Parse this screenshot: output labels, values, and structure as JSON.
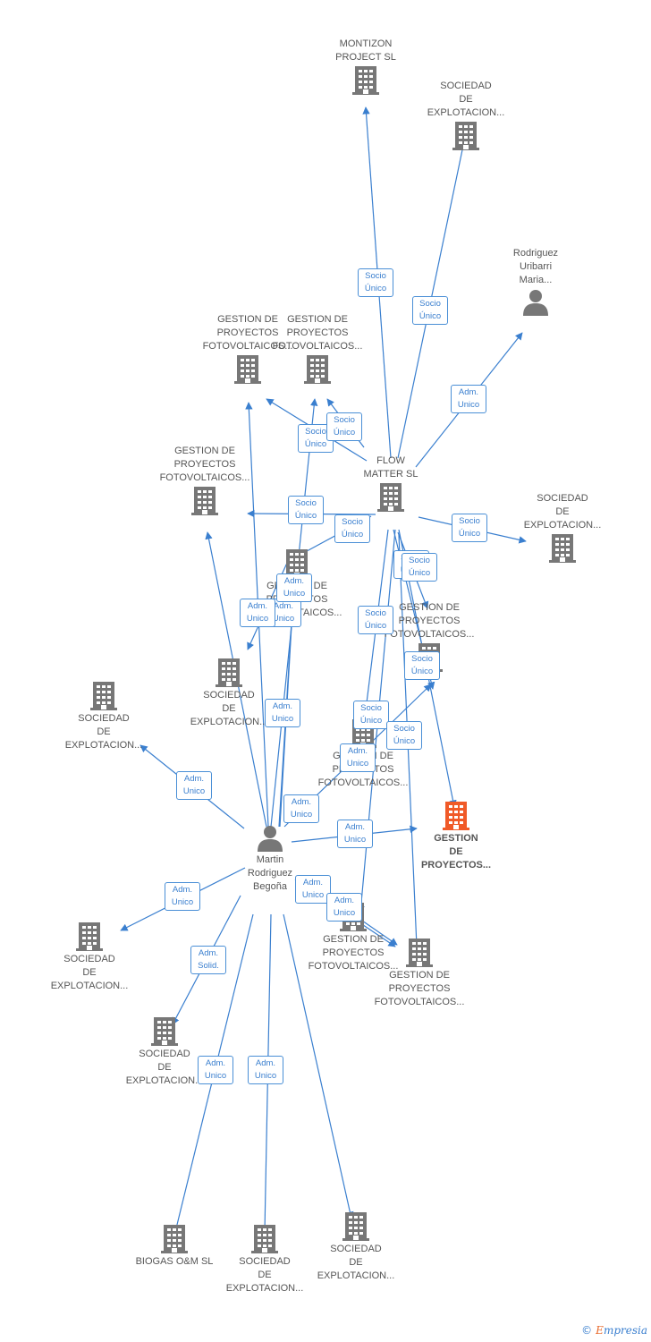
{
  "colors": {
    "edge": "#3a7fcf",
    "node": "#777777",
    "main": "#f05a28",
    "person": "#777777"
  },
  "brand": {
    "symbol": "©",
    "first": "E",
    "rest": "mpresia"
  },
  "nodes": [
    {
      "id": "montizon",
      "label": "MONTIZON\nPROJECT  SL",
      "icon": "building-icon"
    },
    {
      "id": "soc_top",
      "label": "SOCIEDAD\nDE\nEXPLOTACION...",
      "icon": "building-icon"
    },
    {
      "id": "rodriguez",
      "label": "Rodriguez\nUribarri\nMaria...",
      "icon": "person-icon"
    },
    {
      "id": "gp1",
      "label": "GESTION DE\nPROYECTOS\nFOTOVOLTAICOS...",
      "icon": "building-icon"
    },
    {
      "id": "gp2",
      "label": "GESTION DE\nPROYECTOS\nFOTOVOLTAICOS...",
      "icon": "building-icon"
    },
    {
      "id": "flow",
      "label": "FLOW\nMATTER SL",
      "icon": "building-icon"
    },
    {
      "id": "gp3",
      "label": "GESTION DE\nPROYECTOS\nFOTOVOLTAICOS...",
      "icon": "building-icon"
    },
    {
      "id": "soc_right",
      "label": "SOCIEDAD\nDE\nEXPLOTACION...",
      "icon": "building-icon"
    },
    {
      "id": "gp_center",
      "label": "GESTION DE\nPROYECTOS\nFOTOVOLTAICOS...",
      "icon": "building-icon"
    },
    {
      "id": "gp_right",
      "label": "GESTION DE\nPROYECTOS\nFOTOVOLTAICOS...",
      "icon": "building-icon"
    },
    {
      "id": "soc_mid",
      "label": "SOCIEDAD\nDE\nEXPLOTACION...",
      "icon": "building-icon"
    },
    {
      "id": "soc_left",
      "label": "SOCIEDAD\nDE\nEXPLOTACION...",
      "icon": "building-icon"
    },
    {
      "id": "gp_mid2",
      "label": "GESTION DE\nPROYECTOS\nFOTOVOLTAICOS...",
      "icon": "building-icon"
    },
    {
      "id": "main",
      "label": "GESTION\nDE\nPROYECTOS...",
      "icon": "building-icon"
    },
    {
      "id": "martin",
      "label": "Martin\nRodriguez\nBegoña",
      "icon": "person-icon"
    },
    {
      "id": "gp_low1",
      "label": "GESTION DE\nPROYECTOS\nFOTOVOLTAICOS...",
      "icon": "building-icon"
    },
    {
      "id": "gp_low2",
      "label": "GESTION DE\nPROYECTOS\nFOTOVOLTAICOS...",
      "icon": "building-icon"
    },
    {
      "id": "soc_low1",
      "label": "SOCIEDAD\nDE\nEXPLOTACION...",
      "icon": "building-icon"
    },
    {
      "id": "soc_low2",
      "label": "SOCIEDAD\nDE\nEXPLOTACION...",
      "icon": "building-icon"
    },
    {
      "id": "biogas",
      "label": "BIOGAS O&M SL",
      "icon": "building-icon"
    },
    {
      "id": "soc_b2",
      "label": "SOCIEDAD\nDE\nEXPLOTACION...",
      "icon": "building-icon"
    },
    {
      "id": "soc_b3",
      "label": "SOCIEDAD\nDE\nEXPLOTACION...",
      "icon": "building-icon"
    }
  ],
  "edge_labels": [
    "Socio\nÚnico",
    "Socio\nÚnico",
    "Adm.\nUnico",
    "Socio\nÚnico",
    "Socio\nÚnico",
    "Socio\nÚnico",
    "Socio\nÚnico",
    "Socio\nÚnico",
    "Socio\nÚnico",
    "Socio\nÚnico",
    "Socio\nÚnico",
    "Socio\nÚnico",
    "Socio\nÚnico",
    "Socio\nÚnico",
    "Adm.\nUnico",
    "Adm.\nUnico",
    "Adm.\nUnico",
    "Adm.\nUnico",
    "Adm.\nUnico",
    "Adm.\nUnico",
    "Adm.\nUnico",
    "Adm.\nUnico",
    "Adm.\nUnico",
    "Adm.\nUnico",
    "Adm.\nUnico",
    "Adm.\nUnico",
    "Adm.\nSolid.",
    "Adm.\nUnico",
    "Adm.\nUnico"
  ]
}
